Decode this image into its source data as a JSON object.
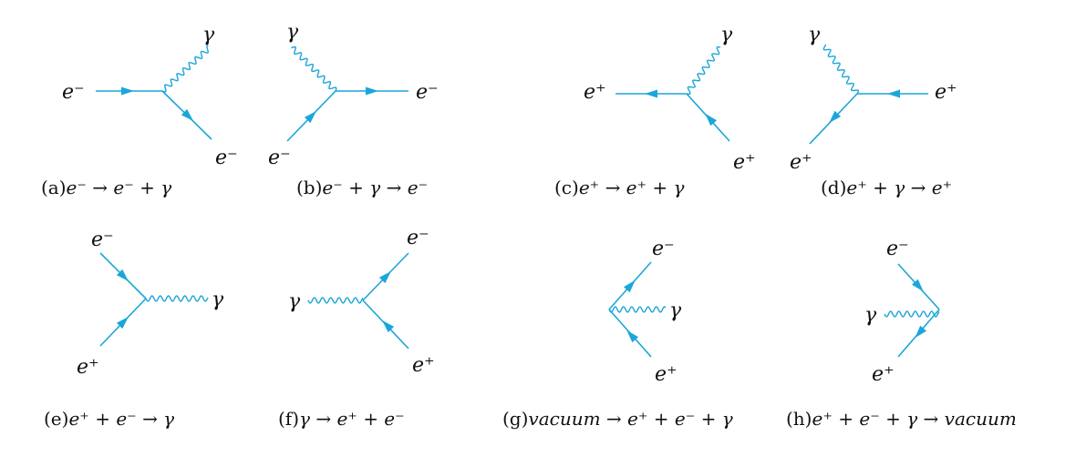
{
  "colors": {
    "particle": "#1ba6d9",
    "text": "#111111"
  },
  "diagrams": [
    {
      "id": "a",
      "labels": {
        "in": "e⁻",
        "photon": "γ",
        "out": "e⁻"
      },
      "caption": {
        "prefix": "(a)",
        "math": "e⁻ → e⁻ + γ"
      }
    },
    {
      "id": "b",
      "labels": {
        "photon": "γ",
        "out": "e⁻",
        "in": "e⁻"
      },
      "caption": {
        "prefix": "(b)",
        "math": "e⁻ + γ → e⁻"
      }
    },
    {
      "id": "c",
      "labels": {
        "left": "e⁺",
        "photon": "γ",
        "bottom": "e⁺"
      },
      "caption": {
        "prefix": "(c)",
        "math": "e⁺ → e⁺ + γ"
      }
    },
    {
      "id": "d",
      "labels": {
        "photon": "γ",
        "right": "e⁺",
        "bottom": "e⁺"
      },
      "caption": {
        "prefix": "(d)",
        "math": "e⁺ + γ → e⁺"
      }
    },
    {
      "id": "e",
      "labels": {
        "top": "e⁻",
        "photon": "γ",
        "bottom": "e⁺"
      },
      "caption": {
        "prefix": "(e)",
        "math": "e⁺ + e⁻ → γ"
      }
    },
    {
      "id": "f",
      "labels": {
        "photon": "γ",
        "top": "e⁻",
        "bottom": "e⁺"
      },
      "caption": {
        "prefix": "(f)",
        "math": "γ → e⁺ + e⁻"
      }
    },
    {
      "id": "g",
      "labels": {
        "top": "e⁻",
        "photon": "γ",
        "bottom": "e⁺"
      },
      "caption": {
        "prefix": "(g)",
        "math": "vacuum → e⁺ + e⁻ + γ"
      }
    },
    {
      "id": "h",
      "labels": {
        "top": "e⁻",
        "photon": "γ",
        "bottom": "e⁺"
      },
      "caption": {
        "prefix": "(h)",
        "math": "e⁺ + e⁻ + γ → vacuum"
      }
    }
  ]
}
